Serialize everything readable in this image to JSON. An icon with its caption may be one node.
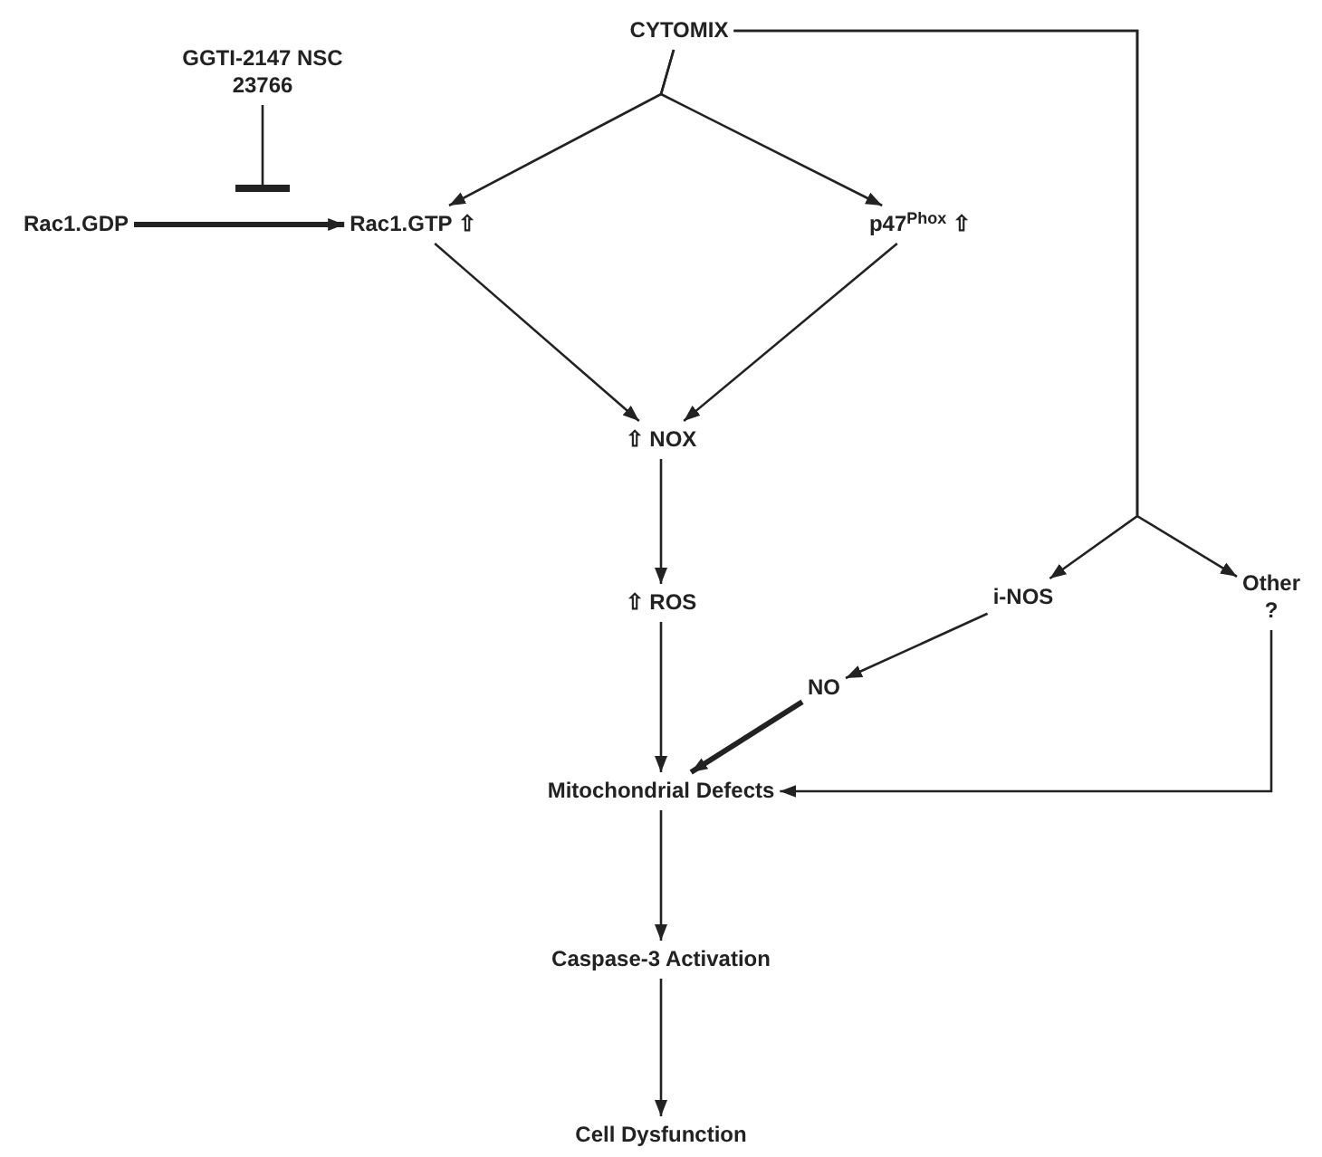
{
  "diagram": {
    "nodes": [
      {
        "text": [
          "CYTOMIX"
        ]
      },
      {
        "text": [
          "GGTI-2147 NSC 23766"
        ]
      },
      {
        "text": [
          "Rac1.GDP"
        ]
      },
      {
        "text": [
          "Rac1.GTP ⇧"
        ]
      },
      {
        "text": [
          "p47$^{Phox}$ ⇧"
        ]
      },
      {
        "text": [
          "⇧ NOX"
        ]
      },
      {
        "text": [
          "⇧ ROS"
        ]
      },
      {
        "text": [
          "i-NOS"
        ]
      },
      {
        "text": [
          "Other ?"
        ]
      },
      {
        "text": [
          "NO"
        ]
      },
      {
        "text": [
          "Mitochondrial Defects"
        ]
      },
      {
        "text": [
          "Caspase-3 Activation"
        ]
      },
      {
        "text": [
          "Cell Dysfunction"
        ]
      }
    ],
    "edges": [
      {
        "from": 0,
        "to": 3,
        "arrow": "to"
      },
      {
        "from": 0,
        "to": 4,
        "arrow": "to"
      },
      {
        "from": 0,
        "to": 7,
        "arrow": "to"
      },
      {
        "from": 0,
        "to": 8,
        "arrow": "to"
      },
      {
        "from": 2,
        "to": 3,
        "arrow": "to",
        "style": "thick"
      },
      {
        "from": 1,
        "to": null,
        "arrow": "other"
      },
      {
        "from": 3,
        "to": 5,
        "arrow": "to"
      },
      {
        "from": 4,
        "to": 5,
        "arrow": "to"
      },
      {
        "from": 5,
        "to": 6,
        "arrow": "to"
      },
      {
        "from": 6,
        "to": 10,
        "arrow": "to"
      },
      {
        "from": 7,
        "to": 9,
        "arrow": "to"
      },
      {
        "from": 9,
        "to": 10,
        "arrow": "to",
        "style": "thick"
      },
      {
        "from": 8,
        "to": 10,
        "arrow": "to"
      },
      {
        "from": 10,
        "to": 11,
        "arrow": "to"
      },
      {
        "from": 11,
        "to": 12,
        "arrow": "to"
      }
    ]
  }
}
